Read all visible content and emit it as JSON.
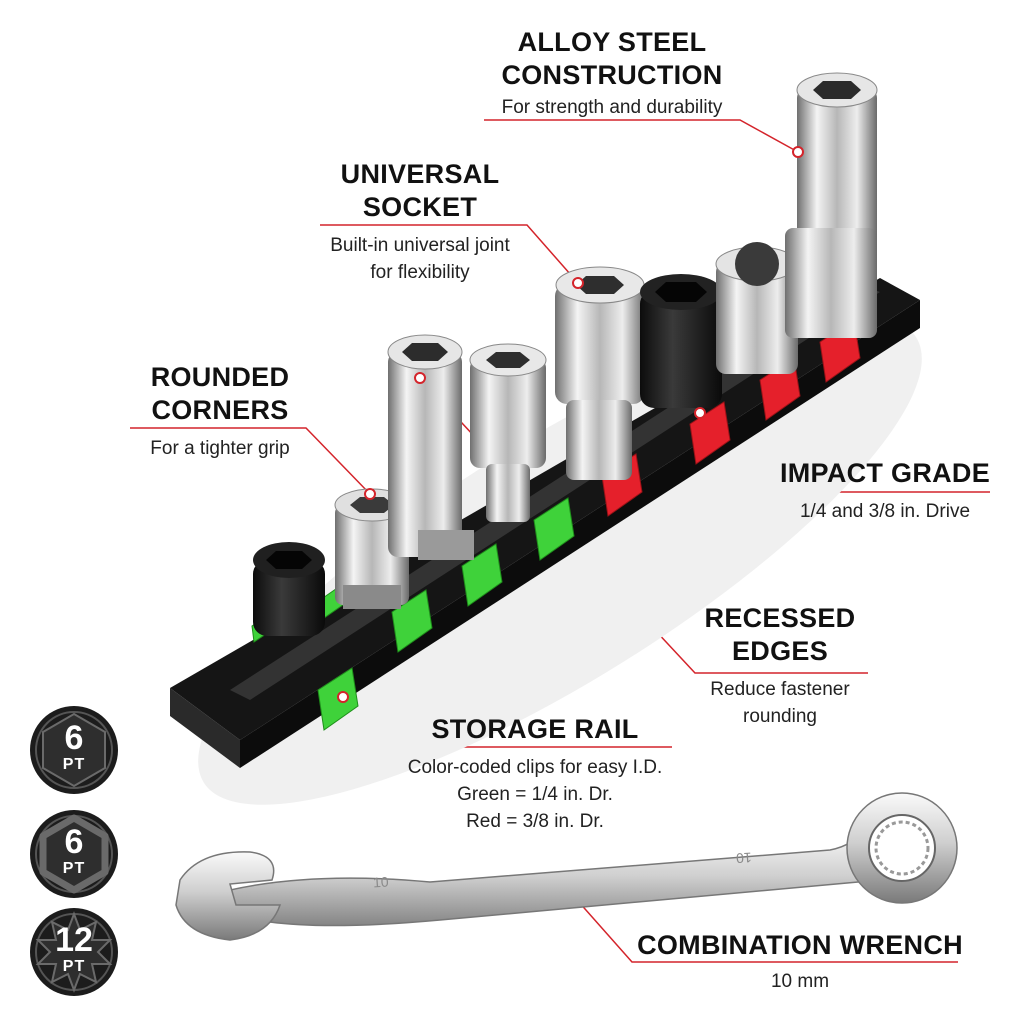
{
  "callouts": {
    "alloy": {
      "title_1": "ALLOY STEEL",
      "title_2": "CONSTRUCTION",
      "desc_1": "For strength and durability"
    },
    "universal": {
      "title_1": "UNIVERSAL",
      "title_2": "SOCKET",
      "desc_1": "Built-in universal joint",
      "desc_2": "for flexibility"
    },
    "rounded": {
      "title_1": "ROUNDED",
      "title_2": "CORNERS",
      "desc_1": "For a tighter grip"
    },
    "impact": {
      "title_1": "IMPACT GRADE",
      "desc_1": "1/4 and 3/8 in. Drive"
    },
    "recessed": {
      "title_1": "RECESSED",
      "title_2": "EDGES",
      "desc_1": "Reduce fastener",
      "desc_2": "rounding"
    },
    "rail": {
      "title_1": "STORAGE RAIL",
      "desc_1": "Color-coded clips for easy I.D.",
      "desc_2": "Green = 1/4 in. Dr.",
      "desc_3": "Red = 3/8 in. Dr."
    },
    "wrench": {
      "title_1": "COMBINATION WRENCH",
      "desc_1": "10 mm"
    }
  },
  "badges": [
    {
      "number": "6",
      "unit": "PT",
      "shape": "hexagon",
      "icon": "hex-6pt-icon"
    },
    {
      "number": "6",
      "unit": "PT",
      "shape": "rounded-hexagon",
      "icon": "rounded-hex-6pt-icon"
    },
    {
      "number": "12",
      "unit": "PT",
      "shape": "star-12",
      "icon": "star-12pt-icon"
    }
  ],
  "wrench_marking": "10",
  "colors": {
    "accent_red": "#d4242b",
    "clip_green": "#3fd23a",
    "clip_red": "#e5202b",
    "rail_black": "#1c1c1c",
    "chrome": "#c9c9c9"
  }
}
